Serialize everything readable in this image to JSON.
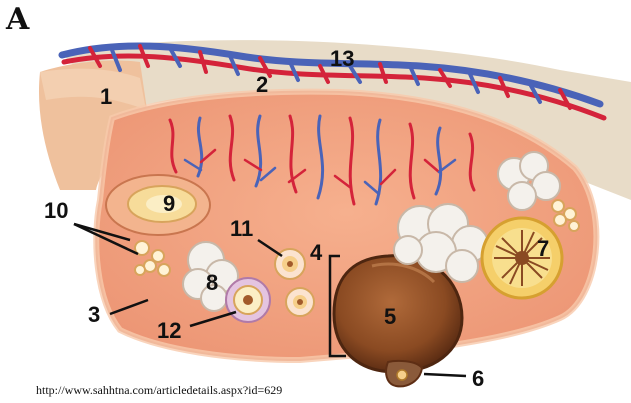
{
  "figure": {
    "panel_letter": "A",
    "source": "http://www.sahhtna.com/articledetails.aspx?id=629"
  },
  "labels": [
    {
      "id": "l1",
      "text": "1"
    },
    {
      "id": "l2",
      "text": "2"
    },
    {
      "id": "l3",
      "text": "3"
    },
    {
      "id": "l4",
      "text": "4"
    },
    {
      "id": "l5",
      "text": "5"
    },
    {
      "id": "l6",
      "text": "6"
    },
    {
      "id": "l7",
      "text": "7"
    },
    {
      "id": "l8",
      "text": "8"
    },
    {
      "id": "l9",
      "text": "9"
    },
    {
      "id": "l10",
      "text": "10"
    },
    {
      "id": "l11",
      "text": "11"
    },
    {
      "id": "l12",
      "text": "12"
    },
    {
      "id": "l13",
      "text": "13"
    }
  ],
  "colors": {
    "tissue": "#f2a37e",
    "tissue_dark": "#e58a66",
    "cortex_band": "#f7c3a6",
    "artery": "#d4233a",
    "vein": "#4a63b8",
    "mesovarium": "#e6d9c6",
    "antrum_follicle": "#8a4a22",
    "corpus_luteum": "#f5cf6a",
    "corpus_albicans": "#f4f1ec"
  }
}
